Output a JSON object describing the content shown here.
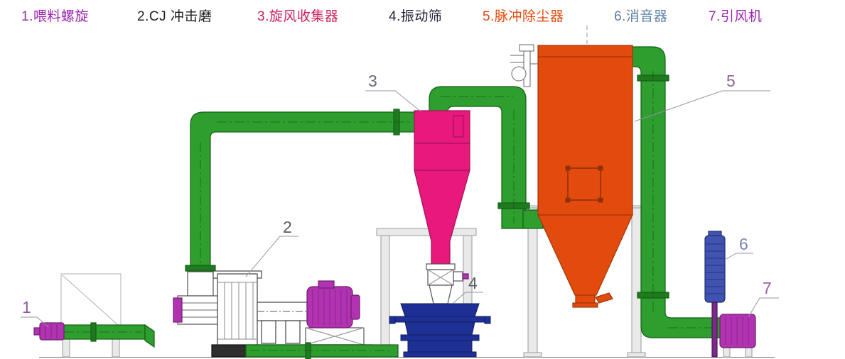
{
  "legend": {
    "items": [
      {
        "id": "feed-screw",
        "label": "1.喂料螺旋",
        "color": "#9b26b0"
      },
      {
        "id": "impact-mill",
        "label": "2.CJ 冲击磨",
        "color": "#1f1f1f"
      },
      {
        "id": "cyclone",
        "label": "3.旋风收集器",
        "color": "#cf1f5e"
      },
      {
        "id": "vibrating-screen",
        "label": "4.振动筛",
        "color": "#23233a"
      },
      {
        "id": "dust-collector",
        "label": "5.脉冲除尘器",
        "color": "#e2490b"
      },
      {
        "id": "muffler",
        "label": "6.消音器",
        "color": "#5b7fa6"
      },
      {
        "id": "fan",
        "label": "7.引风机",
        "color": "#9b26b0"
      }
    ]
  },
  "callouts": [
    {
      "number": "1",
      "target": "feed-screw",
      "color": "#8b5a9b"
    },
    {
      "number": "2",
      "target": "impact-mill",
      "color": "#5f5a66"
    },
    {
      "number": "3",
      "target": "cyclone",
      "color": "#646a78"
    },
    {
      "number": "4",
      "target": "vibrating-screen",
      "color": "#5f5a66"
    },
    {
      "number": "5",
      "target": "dust-collector",
      "color": "#8b6a92"
    },
    {
      "number": "6",
      "target": "muffler",
      "color": "#7a85b0"
    },
    {
      "number": "7",
      "target": "fan",
      "color": "#9a5aa5"
    }
  ],
  "colors": {
    "pipe": "#2e9e2e",
    "pipe_flange": "#1f7a1f",
    "cyclone": "#e8187c",
    "collector": "#e24a0e",
    "machine_magenta": "#b233b2",
    "screen_navy": "#1e2f96",
    "muffler_blue": "#4053b0",
    "frame_gray": "#e9e9e9",
    "outline_white": "#ffffff",
    "base_dark": "#2e2e2e"
  }
}
